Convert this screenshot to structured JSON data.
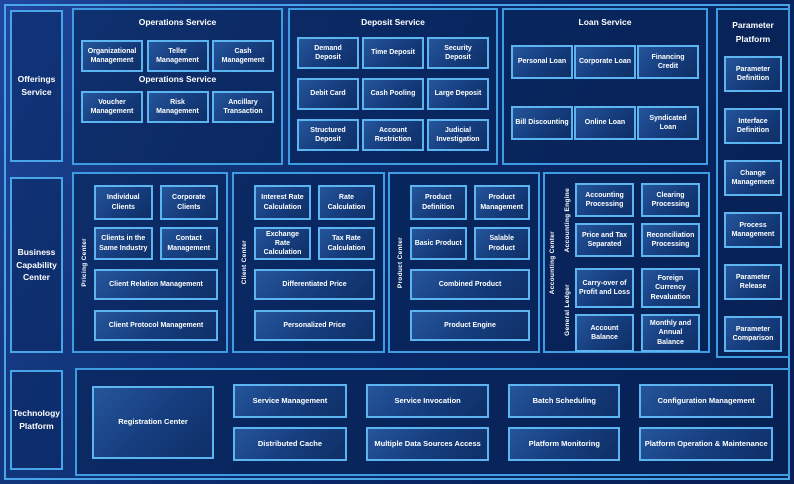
{
  "palette": {
    "frame_border": "#4aa4e8",
    "section_border": "#3d9ce2",
    "box_border": "#5cb5f0",
    "background": "#0a2a6b",
    "text": "#ffffff"
  },
  "side_labels": {
    "offerings": "Offerings Service",
    "business": "Business Capability Center",
    "technology": "Technology Platform"
  },
  "operations": {
    "title": "Operations Service",
    "subtitle": "Operations Service",
    "row1": [
      "Organizational Management",
      "Teller Management",
      "Cash Management"
    ],
    "row2": [
      "Voucher Management",
      "Risk Management",
      "Ancillary Transaction"
    ]
  },
  "deposit": {
    "title": "Deposit Service",
    "rows": [
      [
        "Demand Deposit",
        "Time Deposit",
        "Security Deposit"
      ],
      [
        "Debit Card",
        "Cash Pooling",
        "Large Deposit"
      ],
      [
        "Structured Deposit",
        "Account Restriction",
        "Judicial Investigation"
      ]
    ]
  },
  "loan": {
    "title": "Loan Service",
    "rows": [
      [
        "Personal Loan",
        "Corporate Loan",
        "Financing Credit"
      ],
      [
        "Bill Discounting",
        "Online Loan",
        "Syndicated Loan"
      ]
    ]
  },
  "parameter": {
    "title_line1": "Parameter",
    "title_line2": "Platform",
    "items": [
      "Parameter Definition",
      "Interface Definition",
      "Change Management",
      "Process Management",
      "Parameter Release",
      "Parameter Comparison"
    ]
  },
  "centers": {
    "pricing": {
      "label": "Pricing Center",
      "rows": [
        [
          "Individual Clients",
          "Corporate Clients"
        ],
        [
          "Clients in the Same Industry",
          "Contact Management"
        ]
      ],
      "wide": [
        "Client Relation Management",
        "Client Protocol Management"
      ]
    },
    "client": {
      "label": "Client Center",
      "rows": [
        [
          "Interest Rate Calculation",
          "Rate Calculation"
        ],
        [
          "Exchange Rate Calculation",
          "Tax Rate Calculation"
        ]
      ],
      "wide": [
        "Differentiated Price",
        "Personalized Price"
      ]
    },
    "product": {
      "label": "Product Center",
      "rows": [
        [
          "Product Definition",
          "Product Management"
        ],
        [
          "Basic Product",
          "Salable Product"
        ]
      ],
      "wide": [
        "Combined Product",
        "Product Engine"
      ]
    },
    "accounting": {
      "label": "Accounting Center",
      "engine": {
        "label": "Accounting Engine",
        "rows": [
          [
            "Accounting Processing",
            "Clearing Processing"
          ],
          [
            "Price and Tax Separated",
            "Reconciliation Processing"
          ]
        ]
      },
      "ledger": {
        "label": "General Ledger",
        "rows": [
          [
            "Carry-over of Profit and Loss",
            "Foreign Currency Revaluation"
          ],
          [
            "Account Balance",
            "Monthly and Annual Balance"
          ]
        ]
      }
    }
  },
  "technology": {
    "registration": "Registration Center",
    "columns": [
      [
        "Service Management",
        "Distributed Cache"
      ],
      [
        "Service Invocation",
        "Multiple Data Sources Access"
      ],
      [
        "Batch Scheduling",
        "Platform Monitoring"
      ],
      [
        "Configuration Management",
        "Platform Operation & Maintenance"
      ]
    ]
  }
}
